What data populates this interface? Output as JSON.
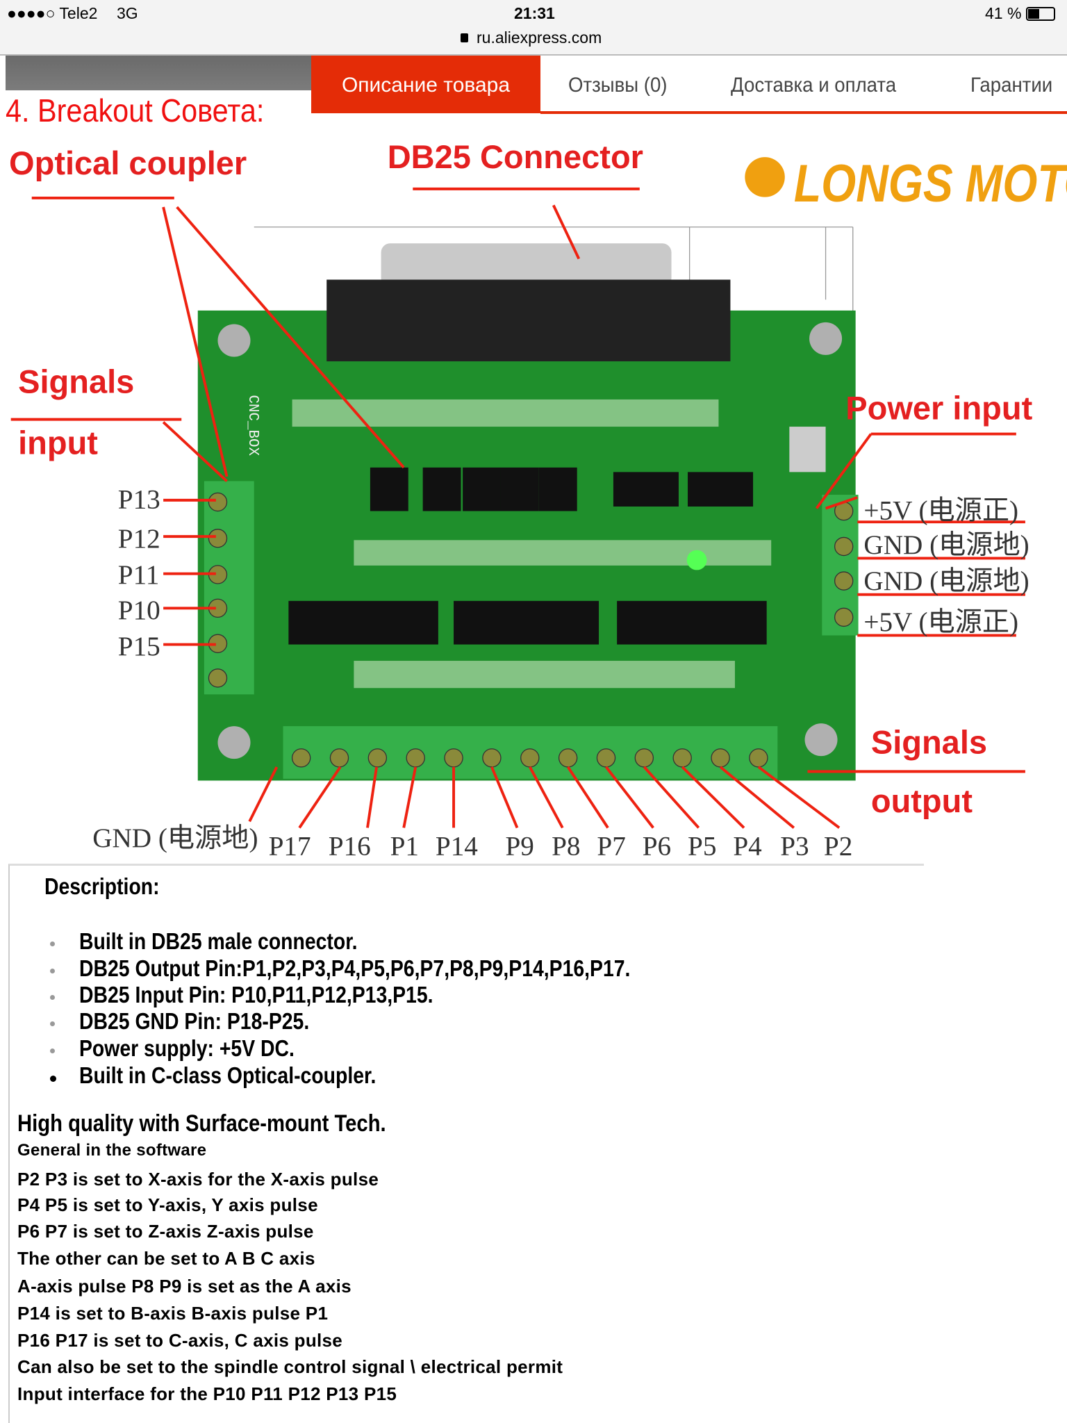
{
  "status_bar": {
    "carrier": "●●●●○ Tele2",
    "network": "3G",
    "time": "21:31",
    "battery": "41 %",
    "url": "ru.aliexpress.com"
  },
  "tabs": [
    {
      "label": "Описание товара",
      "active": true
    },
    {
      "label": "Отзывы (0)"
    },
    {
      "label": "Доставка и оплата"
    },
    {
      "label": "Гарантии"
    }
  ],
  "heading": "4. Breakout Совета:",
  "image": {
    "optical_coupler": "Optical coupler",
    "db25_connector": "DB25 Connector",
    "brand": "LONGS MOTOR",
    "signals_input_1": "Signals",
    "signals_input_2": "input",
    "power_input": "Power input",
    "signals_output_1": "Signals",
    "signals_output_2": "output",
    "input_pins": [
      "P13",
      "P12",
      "P11",
      "P10",
      "P15"
    ],
    "power_pins": [
      "+5V (电源正)",
      "GND (电源地)",
      "GND (电源地)",
      "+5V (电源正)"
    ],
    "bottom_gnd": "GND (电源地)",
    "output_pins": [
      "P17",
      "P16",
      "P1",
      "P14",
      "P9",
      "P8",
      "P7",
      "P6",
      "P5",
      "P4",
      "P3",
      "P2"
    ],
    "board_silk": "CNC_BOX"
  },
  "description": {
    "title": "Description:",
    "bullets": [
      "Built in DB25 male connector.",
      "DB25 Output Pin:P1,P2,P3,P4,P5,P6,P7,P8,P9,P14,P16,P17.",
      "DB25 Input Pin: P10,P11,P12,P13,P15.",
      "DB25 GND Pin: P18-P25.",
      "Power supply: +5V DC.",
      "Built in C-class Optical-coupler."
    ],
    "subtitle": "High quality with Surface-mount Tech.",
    "lines": [
      "General in the software",
      "P2 P3 is set to X-axis for the X-axis pulse",
      "P4 P5 is set to Y-axis, Y axis pulse",
      "P6 P7 is set to Z-axis Z-axis pulse",
      "The other can be set to A B C axis",
      "A-axis pulse P8 P9 is set as the A axis",
      "P14 is set to B-axis B-axis pulse P1",
      "P16 P17 is set to C-axis, C axis pulse",
      "Can also be set to the spindle control signal \\ electrical permit",
      "Input interface for the P10 P11 P12 P13 P15"
    ]
  }
}
